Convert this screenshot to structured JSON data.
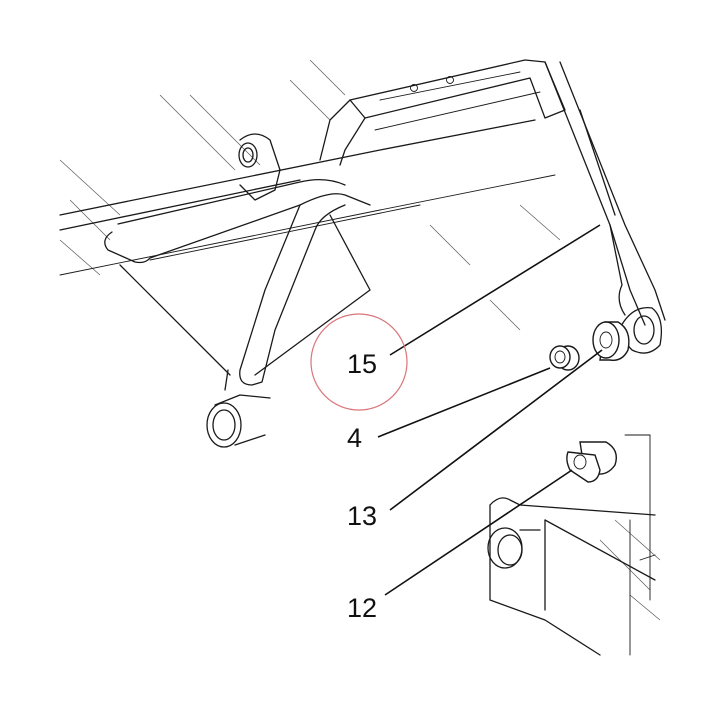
{
  "callouts": [
    {
      "id": "15",
      "label": "15",
      "highlighted": true
    },
    {
      "id": "4",
      "label": "4"
    },
    {
      "id": "13",
      "label": "13"
    },
    {
      "id": "12",
      "label": "12"
    }
  ],
  "colors": {
    "line": "#1a1a1a",
    "highlight_circle": "#d9757a",
    "background": "#ffffff"
  }
}
